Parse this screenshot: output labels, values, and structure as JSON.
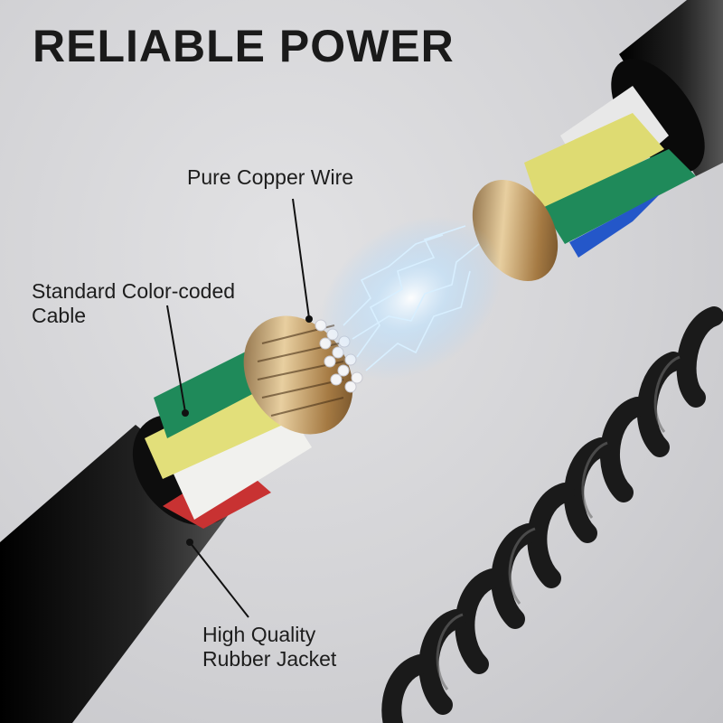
{
  "title": "RELIABLE POWER",
  "labels": {
    "copper": "Pure Copper Wire",
    "color_coded_line1": "Standard Color-coded",
    "color_coded_line2": "Cable",
    "jacket_line1": "High Quality",
    "jacket_line2": "Rubber Jacket"
  },
  "colors": {
    "jacket": "#111111",
    "wire_green": "#1f8a5a",
    "wire_yellow": "#e2df7a",
    "wire_white": "#f1f1ee",
    "wire_blue": "#2457c9",
    "wire_red": "#c83232",
    "copper": "#c49a5e",
    "spark": "#9fd0ff"
  }
}
